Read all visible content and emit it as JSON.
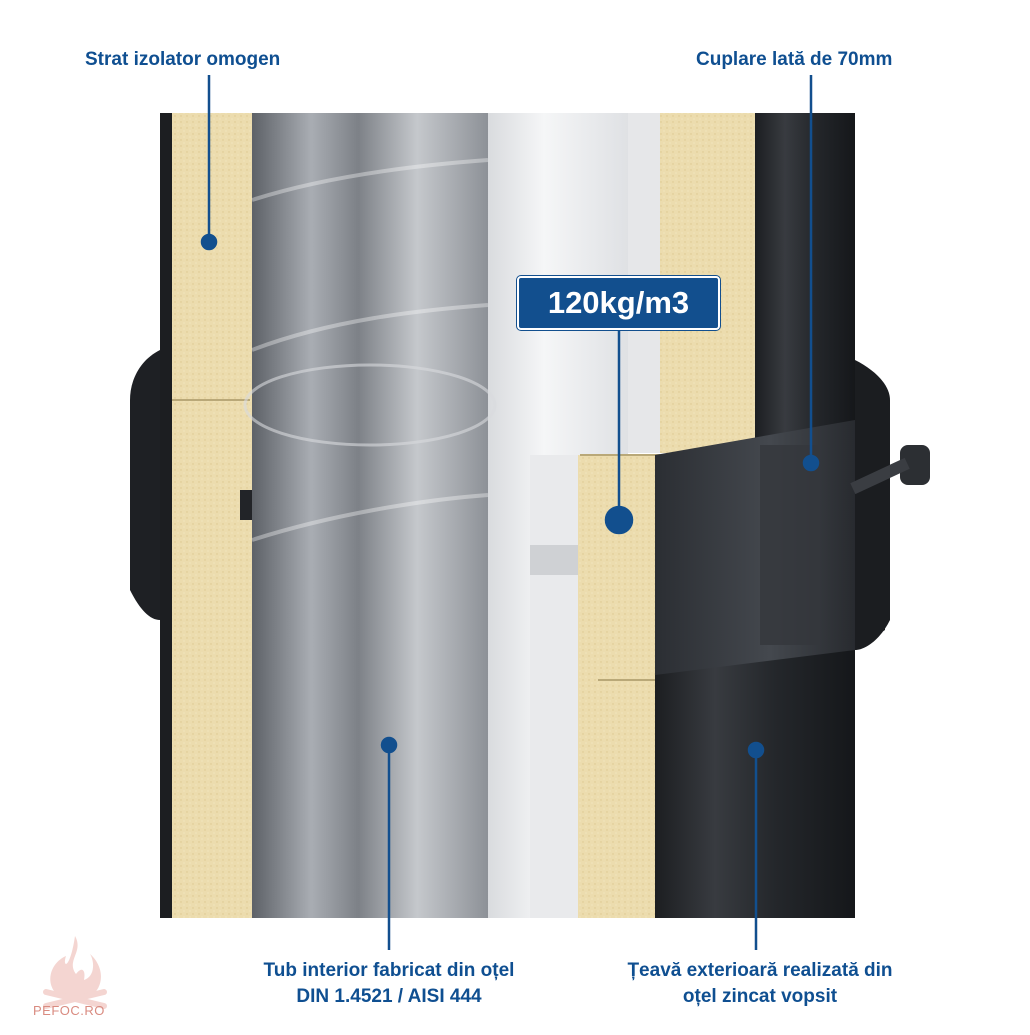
{
  "labels": {
    "top_left": "Strat izolator omogen",
    "top_right": "Cuplare lată de 70mm",
    "density": "120kg/m3",
    "bottom_left_line1": "Tub interior fabricat din oțel",
    "bottom_left_line2": "DIN 1.4521 / AISI 444",
    "bottom_right_line1": "Țeavă exterioară realizată din",
    "bottom_right_line2": "oțel zincat vopsit"
  },
  "watermark": "PEFOC.RO",
  "colors": {
    "accent_blue": "#124f8e",
    "insulation": "#ecdcae",
    "outer_pipe": "#2a2d31",
    "inner_tube": "#8e9399"
  }
}
